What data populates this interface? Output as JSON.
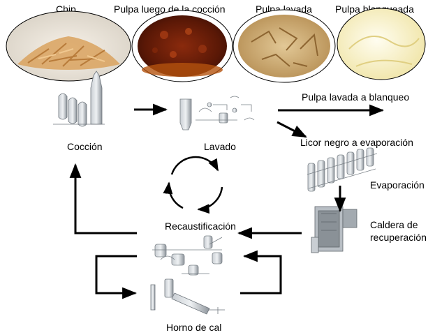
{
  "photos": {
    "chip": "Chip",
    "cooked_pulp": "Pulpa luego de la cocción",
    "washed_pulp": "Pulpa lavada",
    "bleached_pulp": "Pulpa blanqueada"
  },
  "stages": {
    "cooking": "Cocción",
    "washing": "Lavado",
    "evaporation": "Evaporación",
    "recovery_boiler": "Caldera de\nrecuperación",
    "recausticizing": "Recaustificación",
    "lime_kiln": "Horno de cal"
  },
  "flows": {
    "to_bleaching": "Pulpa lavada a blanqueo",
    "black_liquor": "Licor negro a evaporación"
  },
  "colors": {
    "chip": "#d9a25e",
    "cooked_pulp": "#6b1e08",
    "washed_pulp": "#c9a26a",
    "bleached_pulp": "#f2e7a8",
    "equipment": "#9aa2ab",
    "arrow": "#000000"
  }
}
